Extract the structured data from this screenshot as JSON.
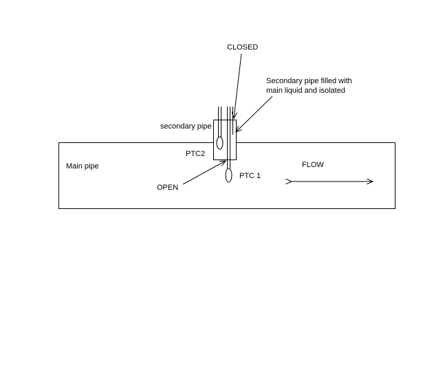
{
  "labels": {
    "closed": "CLOSED",
    "secondary_note_line1": "Secondary pipe filled with",
    "secondary_note_line2": "main liquid and isolated",
    "secondary_pipe": "secondary pipe",
    "ptc2": "PTC2",
    "main_pipe": "Main pipe",
    "open": "OPEN",
    "ptc1": "PTC 1",
    "flow": "FLOW"
  },
  "colors": {
    "stroke": "#000000",
    "background": "#ffffff"
  }
}
